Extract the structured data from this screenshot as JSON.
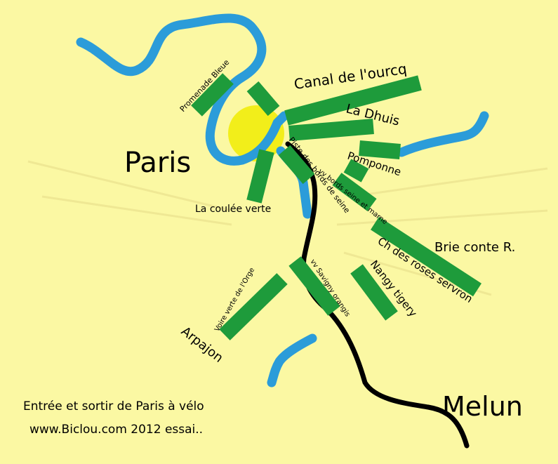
{
  "colors": {
    "background": "#fbf8a3",
    "river": "#2b9cd9",
    "greenway": "#1e9b3b",
    "rail": "#000000",
    "paris_core": "#f2ee1a"
  },
  "labels": {
    "paris": "Paris",
    "melun": "Melun",
    "canal_ourcq": "Canal de l'ourcq",
    "la_dhuis": "La Dhuis",
    "pomponne": "Pomponne",
    "promenade_bleue": "Promenade Bleue",
    "coulee_verte": "La coulée verte",
    "piste_bords_seine": "Piste des bords de seine",
    "vv_seine_marne": "vv bords seine et marne",
    "brie_conte": "Brie conte R.",
    "ch_roses": "Ch des roses servron",
    "nangy_tigery": "Nangy tigery",
    "vv_savigny": "vv Savigny orangis",
    "voie_orge": "Voire verte de l'Orge",
    "arpajon": "Arpajon"
  },
  "caption": {
    "line1": "Entrée et sortir de Paris à vélo",
    "line2": "www.Biclou.com 2012 essai.."
  }
}
